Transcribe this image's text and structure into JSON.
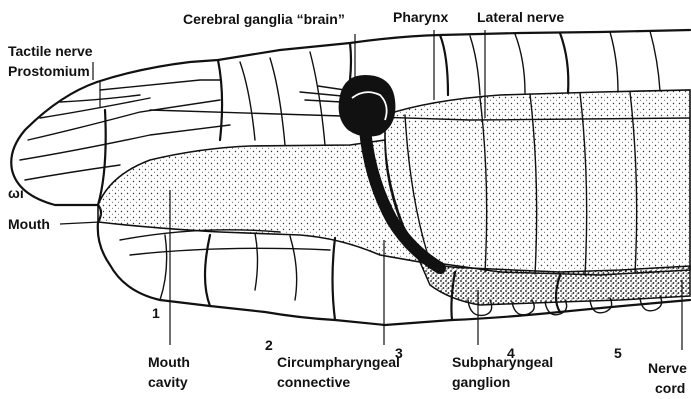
{
  "labels": {
    "brain": "Cerebral ganglia “brain”",
    "pharynx": "Pharynx",
    "lateral_nerve": "Lateral nerve",
    "tactile_nerve": "Tactile nerve",
    "prostomium": "Prostomium",
    "mouth": "Mouth",
    "mouth_cavity_1": "Mouth",
    "mouth_cavity_2": "cavity",
    "circum_1": "Circumpharyngeal",
    "circum_2": "connective",
    "subpharyngeal_1": "Subpharyngeal",
    "subpharyngeal_2": "ganglion",
    "nerve_cord_1": "Nerve",
    "nerve_cord_2": "cord"
  },
  "segments": [
    "1",
    "2",
    "3",
    "4",
    "5"
  ],
  "corner_mark": "ωı",
  "colors": {
    "ink": "#111111",
    "background": "#ffffff"
  }
}
